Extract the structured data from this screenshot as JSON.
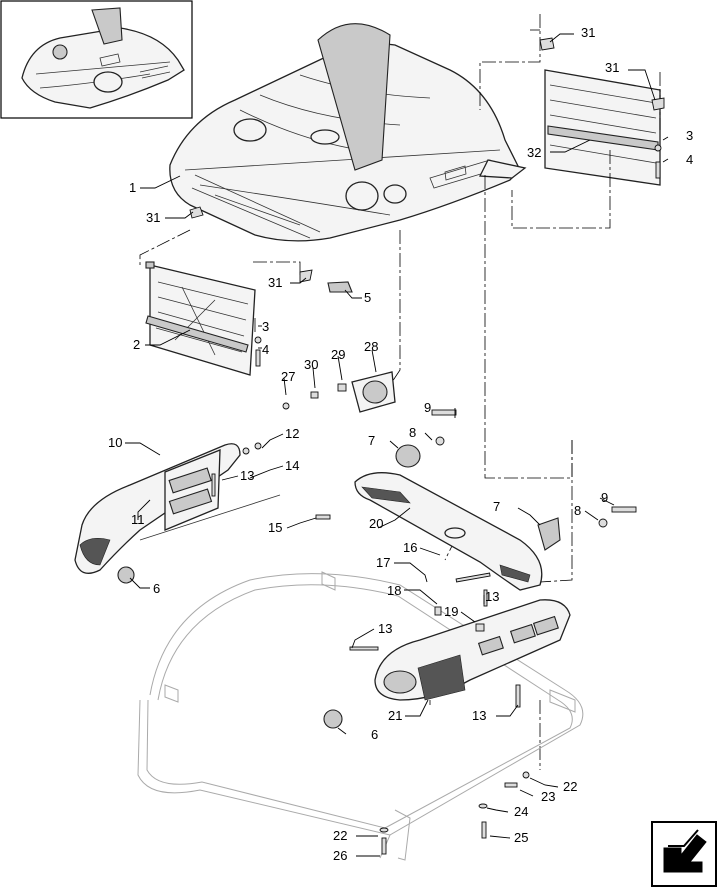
{
  "diagram": {
    "callouts": [
      {
        "id": "c1",
        "text": "1"
      },
      {
        "id": "c2",
        "text": "2"
      },
      {
        "id": "c3a",
        "text": "3"
      },
      {
        "id": "c3b",
        "text": "3"
      },
      {
        "id": "c4a",
        "text": "4"
      },
      {
        "id": "c4b",
        "text": "4"
      },
      {
        "id": "c5",
        "text": "5"
      },
      {
        "id": "c6a",
        "text": "6"
      },
      {
        "id": "c6b",
        "text": "6"
      },
      {
        "id": "c7a",
        "text": "7"
      },
      {
        "id": "c7b",
        "text": "7"
      },
      {
        "id": "c8a",
        "text": "8"
      },
      {
        "id": "c8b",
        "text": "8"
      },
      {
        "id": "c9a",
        "text": "9"
      },
      {
        "id": "c9b",
        "text": "9"
      },
      {
        "id": "c10",
        "text": "10"
      },
      {
        "id": "c11",
        "text": "11"
      },
      {
        "id": "c12",
        "text": "12"
      },
      {
        "id": "c13a",
        "text": "13"
      },
      {
        "id": "c13b",
        "text": "13"
      },
      {
        "id": "c13c",
        "text": "13"
      },
      {
        "id": "c13d",
        "text": "13"
      },
      {
        "id": "c14",
        "text": "14"
      },
      {
        "id": "c15",
        "text": "15"
      },
      {
        "id": "c16",
        "text": "16"
      },
      {
        "id": "c17",
        "text": "17"
      },
      {
        "id": "c18",
        "text": "18"
      },
      {
        "id": "c19",
        "text": "19"
      },
      {
        "id": "c20",
        "text": "20"
      },
      {
        "id": "c21",
        "text": "21"
      },
      {
        "id": "c22a",
        "text": "22"
      },
      {
        "id": "c22b",
        "text": "22"
      },
      {
        "id": "c23",
        "text": "23"
      },
      {
        "id": "c24",
        "text": "24"
      },
      {
        "id": "c25",
        "text": "25"
      },
      {
        "id": "c26",
        "text": "26"
      },
      {
        "id": "c27",
        "text": "27"
      },
      {
        "id": "c28",
        "text": "28"
      },
      {
        "id": "c29",
        "text": "29"
      },
      {
        "id": "c30",
        "text": "30"
      },
      {
        "id": "c31a",
        "text": "31"
      },
      {
        "id": "c31b",
        "text": "31"
      },
      {
        "id": "c31c",
        "text": "31"
      },
      {
        "id": "c31d",
        "text": "31"
      },
      {
        "id": "c32",
        "text": "32"
      }
    ]
  },
  "nav": {
    "icon": "next-page-arrow-icon"
  }
}
